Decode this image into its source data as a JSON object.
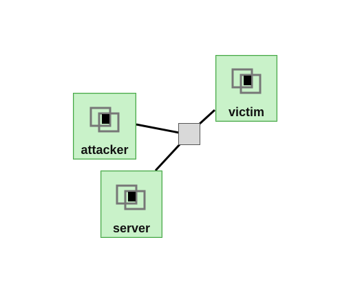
{
  "diagram": {
    "nodes": [
      {
        "id": "victim",
        "label": "victim",
        "icon": "computer-icon"
      },
      {
        "id": "attacker",
        "label": "attacker",
        "icon": "computer-icon"
      },
      {
        "id": "server",
        "label": "server",
        "icon": "computer-icon"
      }
    ],
    "hub": {
      "icon": "switch-icon"
    },
    "links": [
      {
        "from": "attacker",
        "to": "hub"
      },
      {
        "from": "server",
        "to": "hub"
      },
      {
        "from": "victim",
        "to": "hub"
      }
    ],
    "colors": {
      "node_fill": "#c9f2c9",
      "node_border": "#44a844",
      "hub_fill": "#d9d9d9",
      "link": "#000000"
    }
  }
}
